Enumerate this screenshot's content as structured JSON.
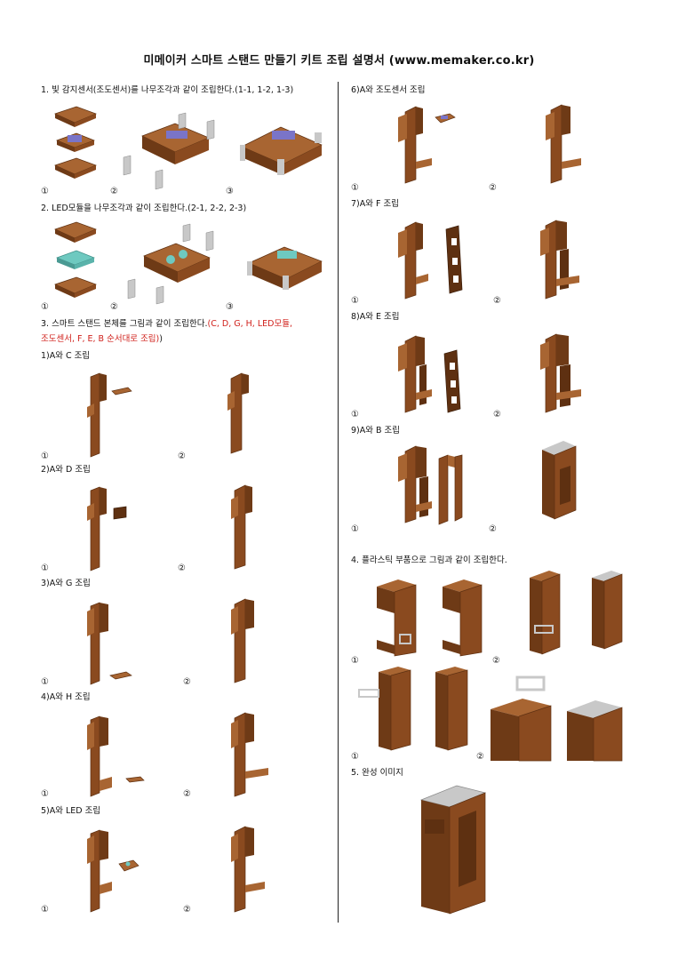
{
  "title": "미메이커 스마트 스탠드 만들기 키트 조립 설명서 (www.memaker.co.kr)",
  "steps": {
    "s1": "1. 빛 감지센서(조도센서)를 나무조각과 같이 조립한다.(1-1, 1-2, 1-3)",
    "s2": "2. LED모듈을 나무조각과 같이 조립한다.(2-1, 2-2, 2-3)",
    "s3_black": "3. 스마트 스탠드 본체를 그림과 같이 조립한다.",
    "s3_red_1": "(C, D, G, H, LED모듈,",
    "s3_red_2": "조도센서, F, E, B 순서대로 조립)",
    "s3_close": ")",
    "sub1": "1)A와 C 조립",
    "sub2": "2)A와 D 조립",
    "sub3": "3)A와 G 조립",
    "sub4": "4)A와 H 조립",
    "sub5": "5)A와 LED 조립",
    "sub6": "6)A와 조도센서 조립",
    "sub7": "7)A와 F 조립",
    "sub8": "8)A와 E 조립",
    "sub9": "9)A와 B 조립",
    "s4": "4. 플라스틱 부품으로 그림과 같이 조립한다.",
    "s5": "5. 완성 이미지"
  },
  "marks": {
    "one": "①",
    "two": "②",
    "three": "③"
  },
  "colors": {
    "wood": "#8a4a1f",
    "wood_dark": "#5e3011",
    "wood_light": "#a86532",
    "sensor": "#7a74c8",
    "led": "#6ec9c0",
    "plastic": "#c8c8c8",
    "accent_red": "#d0201b"
  }
}
